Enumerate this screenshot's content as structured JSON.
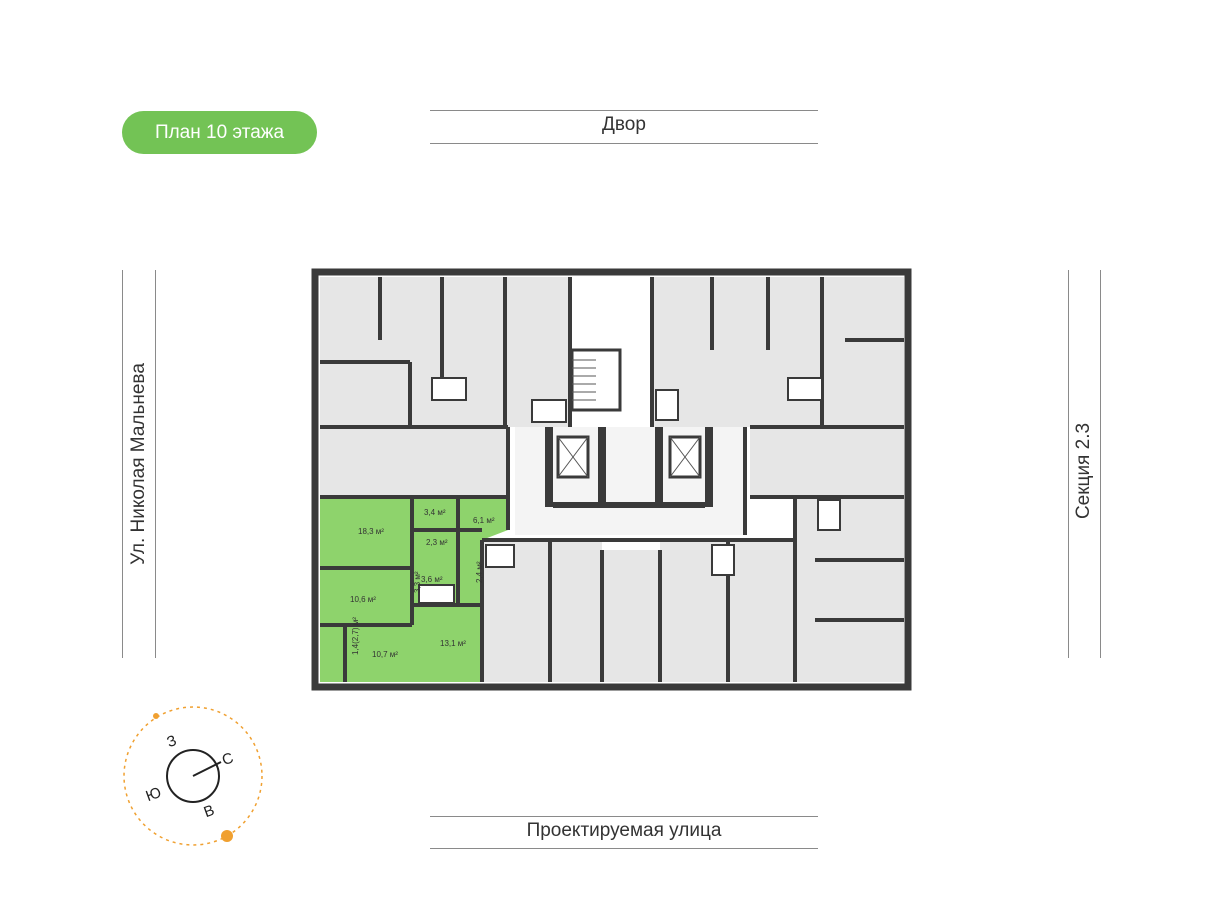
{
  "floor_badge": "План 10 этажа",
  "labels": {
    "top": "Двор",
    "bottom": "Проектируемая улица",
    "left": "Ул. Николая Мальнева",
    "right": "Секция 2.3"
  },
  "apartment": {
    "highlight_color": "#8ed36c",
    "rooms": [
      "18,3 м²",
      "3,4 м²",
      "6,1 м²",
      "2,3 м²",
      "3,6 м²",
      "2,4 м²",
      "3,3 м²",
      "10,6 м²",
      "10,7 м²",
      "13,1 м²",
      "1,4(2,7) м²"
    ]
  },
  "compass": {
    "north": "С",
    "south": "Ю",
    "east": "В",
    "west": "З",
    "sun_color": "#f0a030"
  },
  "colors": {
    "badge": "#73c355",
    "wall": "#3a3a3a",
    "room_fill": "#e6e6e6"
  }
}
